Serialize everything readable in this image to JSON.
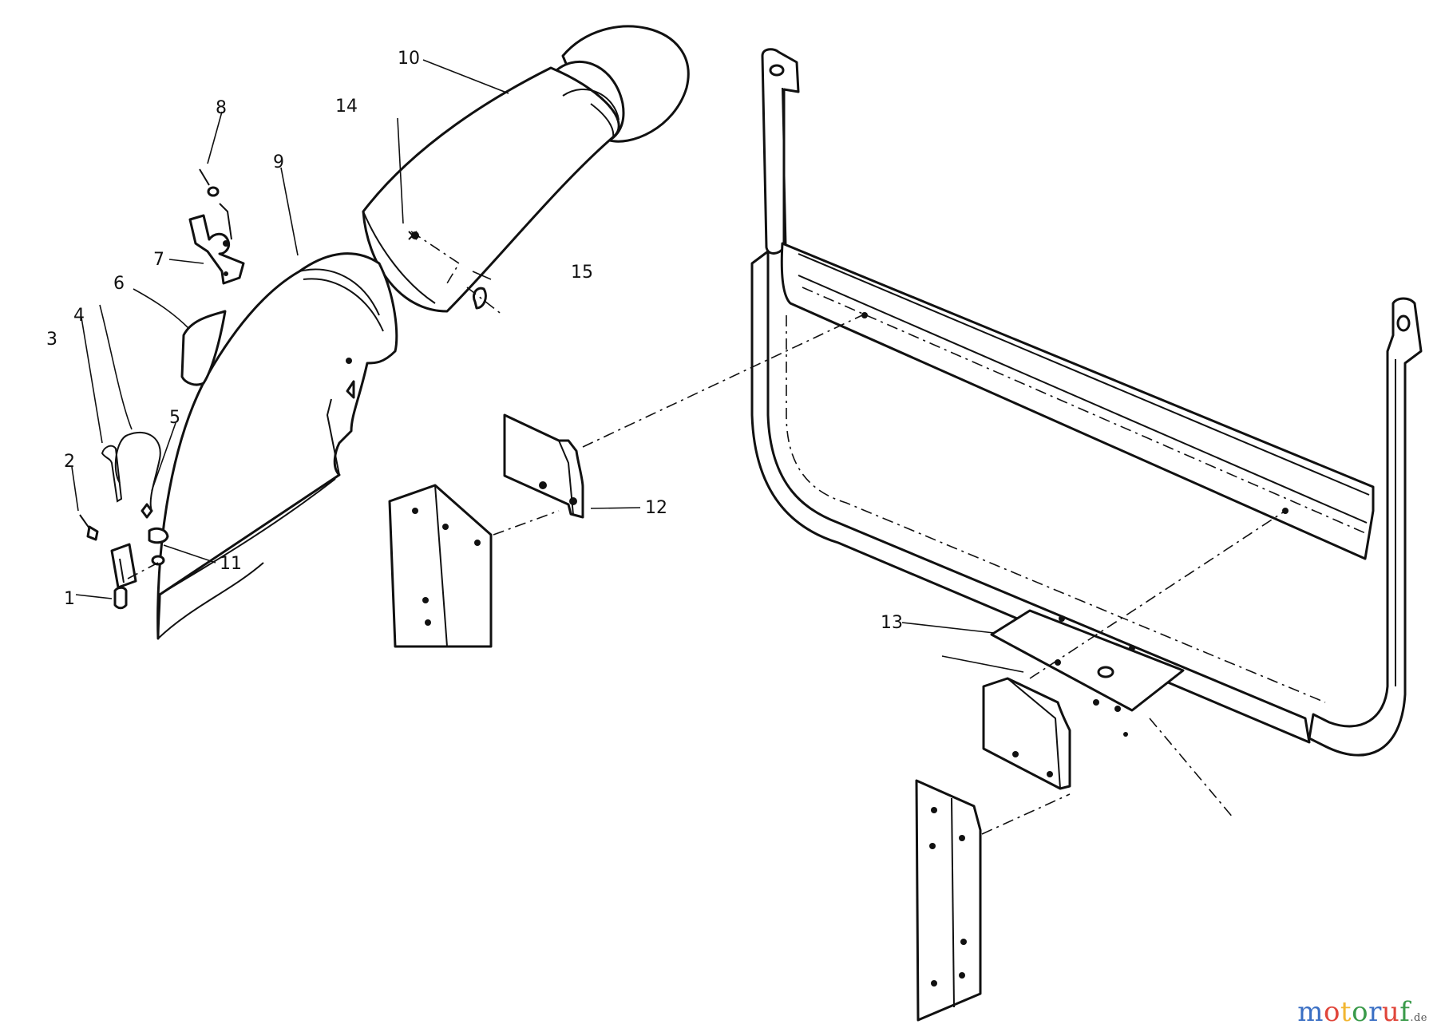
{
  "callouts": [
    {
      "id": "1",
      "label": "1"
    },
    {
      "id": "2",
      "label": "2"
    },
    {
      "id": "3",
      "label": "3"
    },
    {
      "id": "4",
      "label": "4"
    },
    {
      "id": "5",
      "label": "5"
    },
    {
      "id": "6",
      "label": "6"
    },
    {
      "id": "7",
      "label": "7"
    },
    {
      "id": "8",
      "label": "8"
    },
    {
      "id": "9",
      "label": "9"
    },
    {
      "id": "10",
      "label": "10"
    },
    {
      "id": "11",
      "label": "11"
    },
    {
      "id": "12",
      "label": "12"
    },
    {
      "id": "13",
      "label": "13"
    },
    {
      "id": "14",
      "label": "14"
    },
    {
      "id": "15",
      "label": "15"
    }
  ],
  "watermark": {
    "letters": [
      "m",
      "o",
      "t",
      "o",
      "r",
      "u",
      "f"
    ],
    "suffix": ".de",
    "colors": [
      "#3a6fc4",
      "#e0453a",
      "#f2b632",
      "#3a9a4a",
      "#3a6fc4",
      "#e0453a",
      "#3a9a4a"
    ]
  }
}
